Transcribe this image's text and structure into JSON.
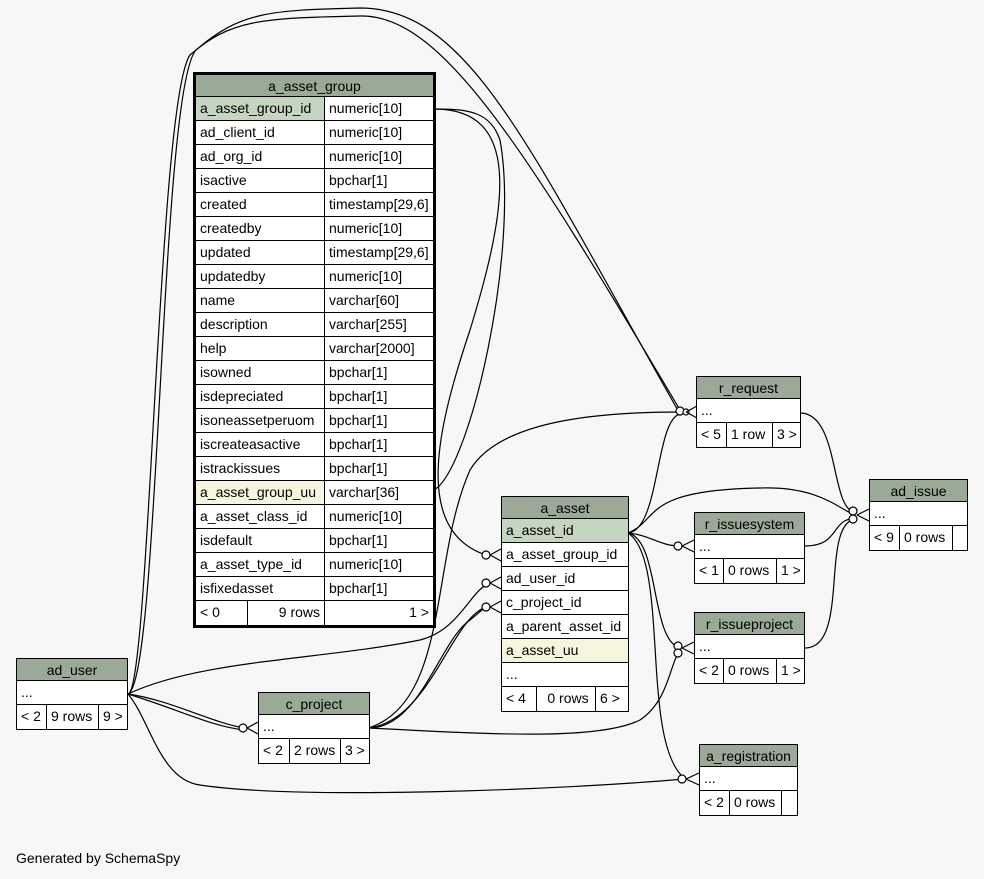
{
  "footer": "Generated by SchemaSpy",
  "tables": {
    "a_asset_group": {
      "name": "a_asset_group",
      "columns": [
        {
          "name": "a_asset_group_id",
          "type": "numeric[10]"
        },
        {
          "name": "ad_client_id",
          "type": "numeric[10]"
        },
        {
          "name": "ad_org_id",
          "type": "numeric[10]"
        },
        {
          "name": "isactive",
          "type": "bpchar[1]"
        },
        {
          "name": "created",
          "type": "timestamp[29,6]"
        },
        {
          "name": "createdby",
          "type": "numeric[10]"
        },
        {
          "name": "updated",
          "type": "timestamp[29,6]"
        },
        {
          "name": "updatedby",
          "type": "numeric[10]"
        },
        {
          "name": "name",
          "type": "varchar[60]"
        },
        {
          "name": "description",
          "type": "varchar[255]"
        },
        {
          "name": "help",
          "type": "varchar[2000]"
        },
        {
          "name": "isowned",
          "type": "bpchar[1]"
        },
        {
          "name": "isdepreciated",
          "type": "bpchar[1]"
        },
        {
          "name": "isoneassetperuom",
          "type": "bpchar[1]"
        },
        {
          "name": "iscreateasactive",
          "type": "bpchar[1]"
        },
        {
          "name": "istrackissues",
          "type": "bpchar[1]"
        },
        {
          "name": "a_asset_group_uu",
          "type": "varchar[36]"
        },
        {
          "name": "a_asset_class_id",
          "type": "numeric[10]"
        },
        {
          "name": "isdefault",
          "type": "bpchar[1]"
        },
        {
          "name": "a_asset_type_id",
          "type": "numeric[10]"
        },
        {
          "name": "isfixedasset",
          "type": "bpchar[1]"
        }
      ],
      "footer": [
        "< 0",
        "9 rows",
        "1 >"
      ]
    },
    "a_asset": {
      "name": "a_asset",
      "columns": [
        "a_asset_id",
        "a_asset_group_id",
        "ad_user_id",
        "c_project_id",
        "a_parent_asset_id",
        "a_asset_uu",
        "..."
      ],
      "footer": [
        "< 4",
        "0 rows",
        "6 >"
      ]
    },
    "ad_user": {
      "name": "ad_user",
      "body": "...",
      "footer": [
        "< 2",
        "9 rows",
        "9 >"
      ]
    },
    "c_project": {
      "name": "c_project",
      "body": "...",
      "footer": [
        "< 2",
        "2 rows",
        "3 >"
      ]
    },
    "r_request": {
      "name": "r_request",
      "body": "...",
      "footer": [
        "< 5",
        "1 row",
        "3 >"
      ]
    },
    "r_issuesystem": {
      "name": "r_issuesystem",
      "body": "...",
      "footer": [
        "< 1",
        "0 rows",
        "1 >"
      ]
    },
    "r_issueproject": {
      "name": "r_issueproject",
      "body": "...",
      "footer": [
        "< 2",
        "0 rows",
        "1 >"
      ]
    },
    "ad_issue": {
      "name": "ad_issue",
      "body": "...",
      "footer": [
        "< 9",
        "0 rows",
        ""
      ]
    },
    "a_registration": {
      "name": "a_registration",
      "body": "...",
      "footer": [
        "< 2",
        "0 rows",
        ""
      ]
    }
  },
  "colors": {
    "header": "#9aaa96",
    "primary_key": "#c5d6c0",
    "unique_key": "#f5f6dd",
    "background": "#f7f7f7"
  }
}
